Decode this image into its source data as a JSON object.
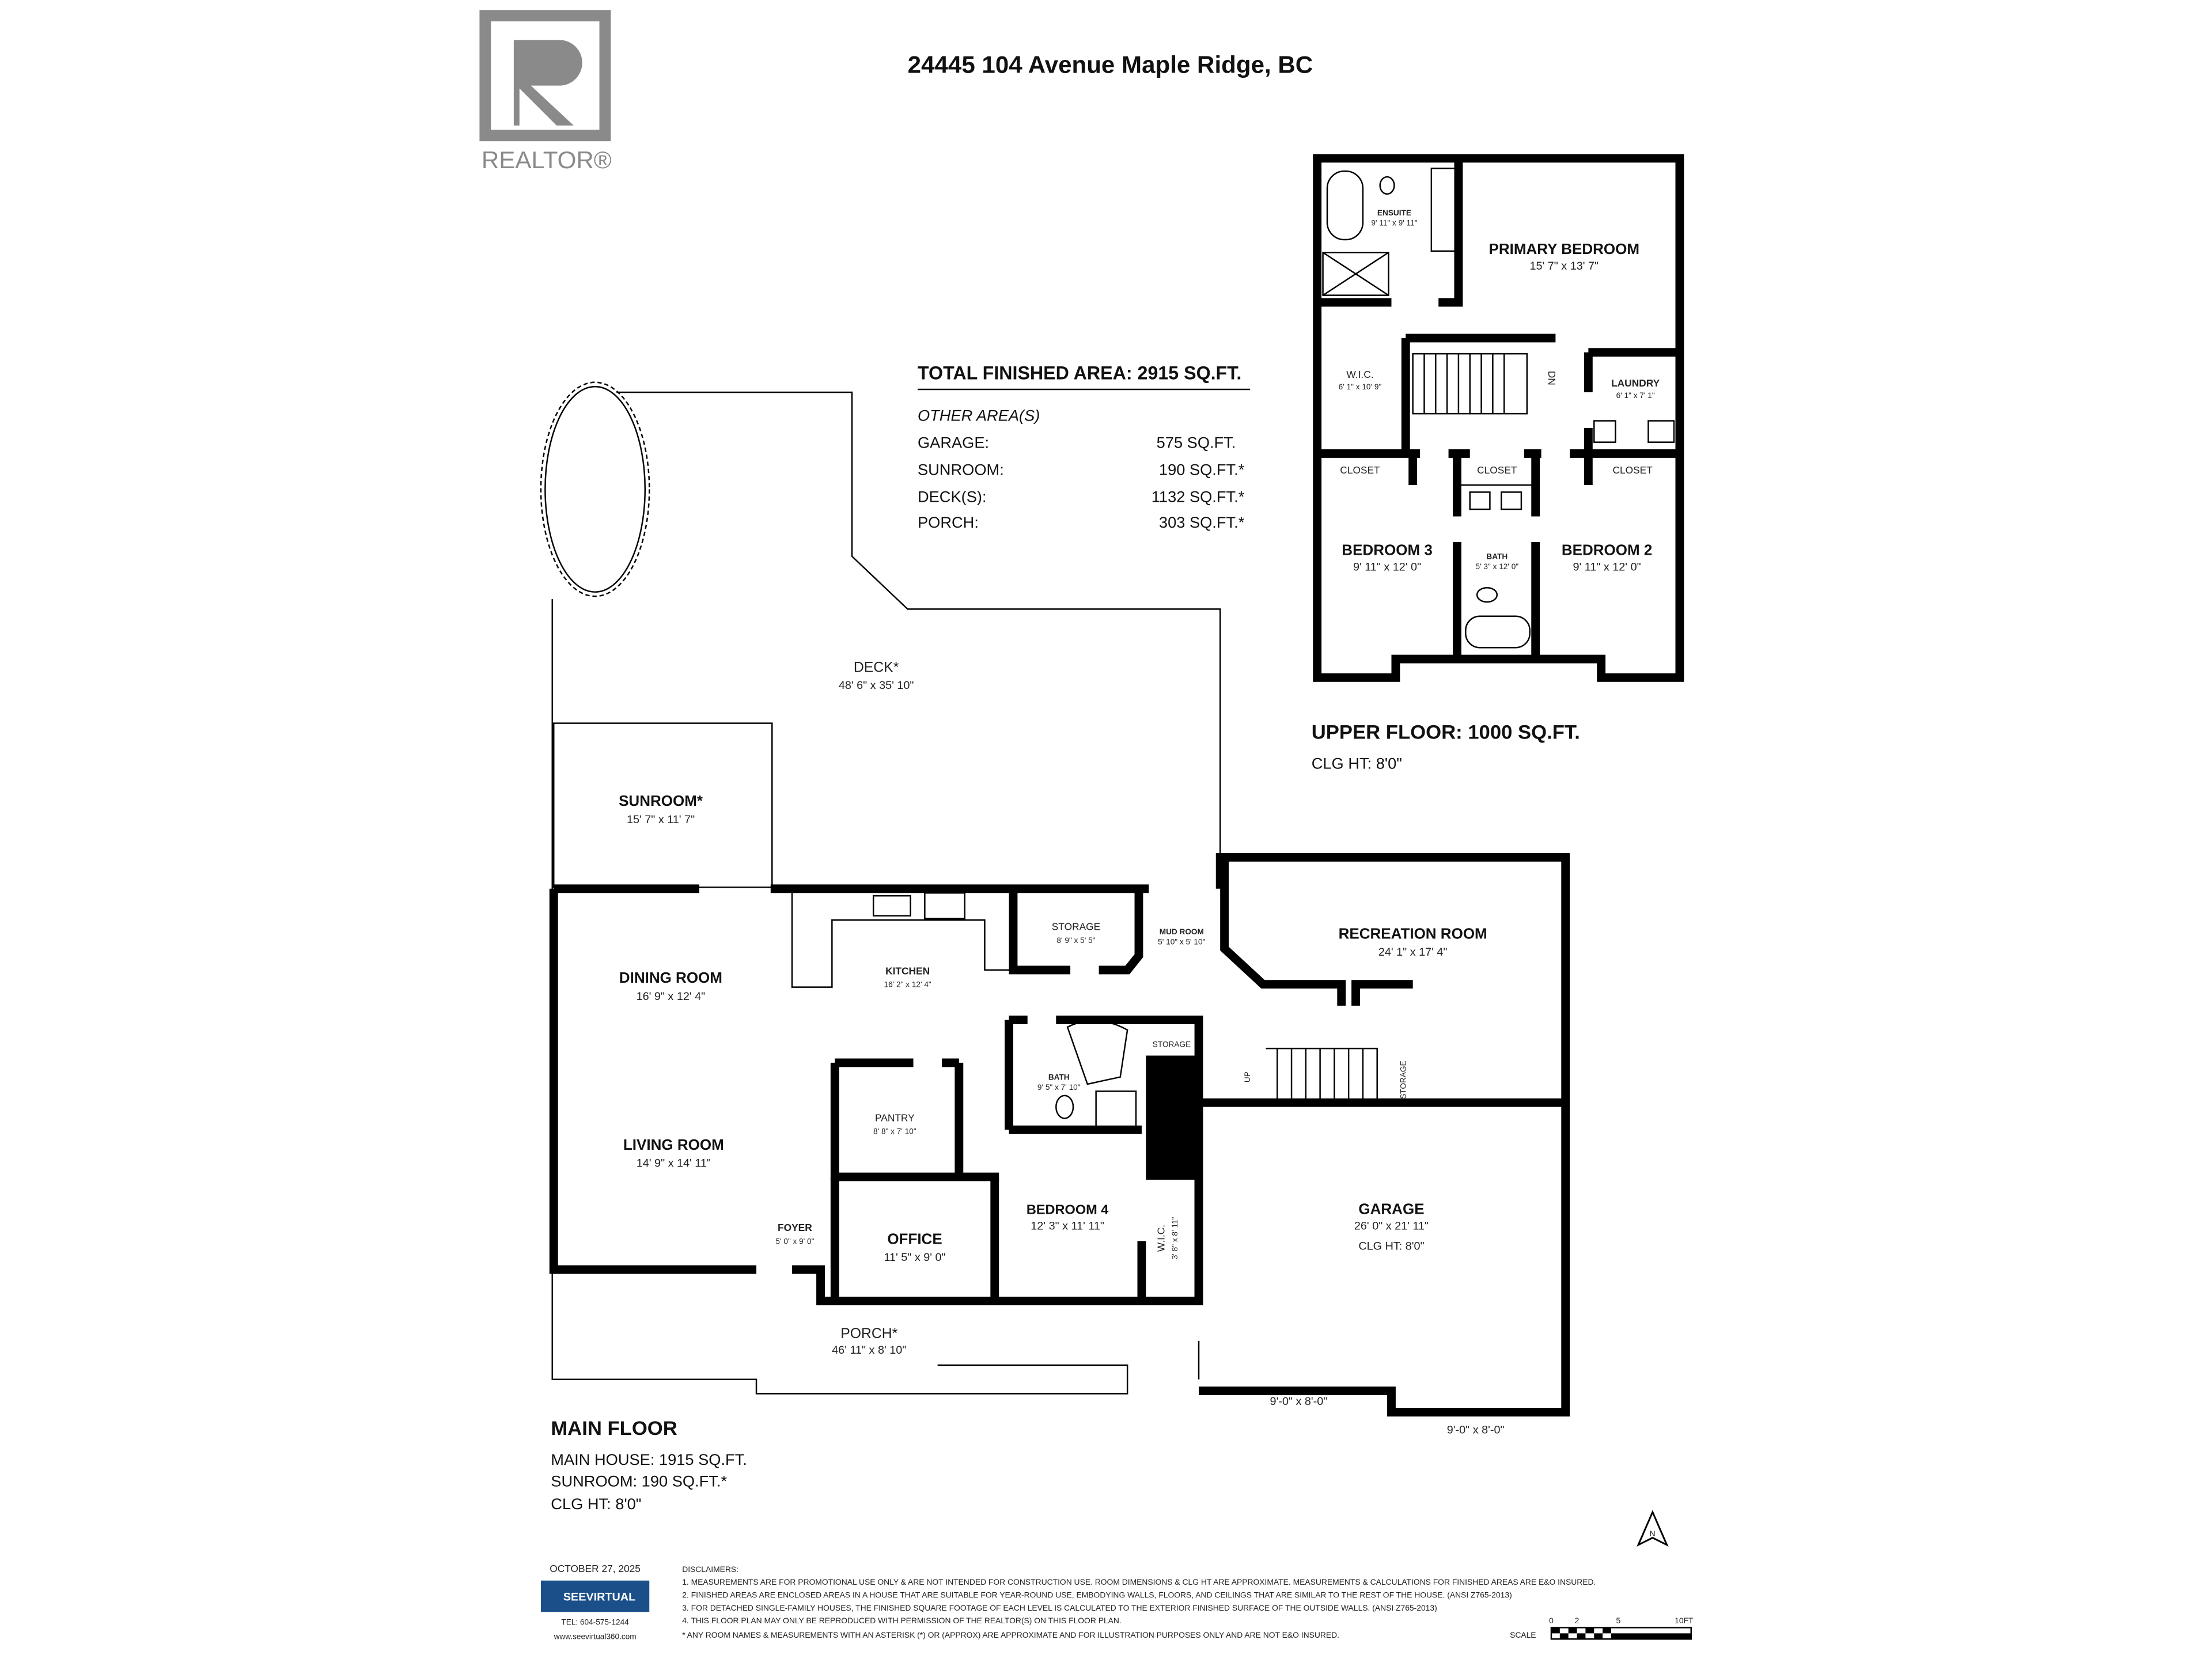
{
  "header": {
    "title": "24445 104 Avenue Maple Ridge, BC",
    "logo_text": "REALTOR®"
  },
  "area_summary": {
    "total": "TOTAL FINISHED AREA: 2915 SQ.FT.",
    "other_heading": "OTHER AREA(S)",
    "rows": [
      {
        "label": "GARAGE:",
        "value": "575 SQ.FT."
      },
      {
        "label": "SUNROOM:",
        "value": "190 SQ.FT.*"
      },
      {
        "label": "DECK(S):",
        "value": "1132 SQ.FT.*"
      },
      {
        "label": "PORCH:",
        "value": "303 SQ.FT.*"
      }
    ]
  },
  "upper_floor": {
    "title": "UPPER FLOOR: 1000 SQ.FT.",
    "clg": "CLG HT: 8'0\"",
    "rooms": {
      "ensuite": {
        "name": "ENSUITE",
        "dim": "9' 11\" x 9' 11\""
      },
      "primary": {
        "name": "PRIMARY BEDROOM",
        "dim": "15' 7\" x 13' 7\""
      },
      "wic": {
        "name": "W.I.C.",
        "dim": "6' 1\" x 10' 9\""
      },
      "laundry": {
        "name": "LAUNDRY",
        "dim": "6' 1\" x 7' 1\""
      },
      "closet": "CLOSET",
      "bed3": {
        "name": "BEDROOM 3",
        "dim": "9' 11\" x 12' 0\""
      },
      "bath": {
        "name": "BATH",
        "dim": "5' 3\" x 12' 0\""
      },
      "bed2": {
        "name": "BEDROOM 2",
        "dim": "9' 11\" x 12' 0\""
      },
      "dn": "DN"
    }
  },
  "main_floor": {
    "title": "MAIN FLOOR",
    "lines": [
      "MAIN HOUSE: 1915 SQ.FT.",
      "SUNROOM: 190 SQ.FT.*",
      "CLG HT: 8'0\""
    ],
    "rooms": {
      "deck": {
        "name": "DECK*",
        "dim": "48' 6\" x 35' 10\""
      },
      "sunroom": {
        "name": "SUNROOM*",
        "dim": "15' 7\" x 11' 7\""
      },
      "dining": {
        "name": "DINING ROOM",
        "dim": "16' 9\" x 12' 4\""
      },
      "kitchen": {
        "name": "KITCHEN",
        "dim": "16' 2\" x 12' 4\""
      },
      "storage": {
        "name": "STORAGE",
        "dim": "8' 9\" x 5' 5\""
      },
      "mudroom": {
        "name": "MUD ROOM",
        "dim": "5' 10\" x 5' 10\""
      },
      "rec": {
        "name": "RECREATION ROOM",
        "dim": "24' 1\" x 17' 4\""
      },
      "bath": {
        "name": "BATH",
        "dim": "9' 5\" x 7' 10\""
      },
      "storage_small": "STORAGE",
      "storage_stair": "STORAGE",
      "up": "UP",
      "pantry": {
        "name": "PANTRY",
        "dim": "8' 8\" x 7' 10\""
      },
      "living": {
        "name": "LIVING ROOM",
        "dim": "14' 9\" x 14' 11\""
      },
      "foyer": {
        "name": "FOYER",
        "dim": "5' 0\" x 9' 0\""
      },
      "office": {
        "name": "OFFICE",
        "dim": "11' 5\" x 9' 0\""
      },
      "bed4": {
        "name": "BEDROOM 4",
        "dim": "12' 3\" x 11' 11\""
      },
      "wic": {
        "name": "W.I.C.",
        "dim": "3' 8\" x 8' 11\""
      },
      "garage": {
        "name": "GARAGE",
        "dim": "26' 0\" x 21' 11\"",
        "clg": "CLG HT: 8'0\""
      },
      "porch": {
        "name": "PORCH*",
        "dim": "46' 11\" x 8' 10\""
      },
      "door1": "9'-0\" x 8'-0\"",
      "door2": "9'-0\" x 8'-0\""
    }
  },
  "footer": {
    "date": "OCTOBER 27, 2025",
    "brand": "SEEVIRTUAL",
    "tel": "TEL: 604-575-1244",
    "web": "www.seevirtual360.com",
    "disclaimer_heading": "DISCLAIMERS:",
    "disclaimers": [
      "1. MEASUREMENTS ARE FOR PROMOTIONAL USE ONLY & ARE NOT INTENDED FOR CONSTRUCTION USE. ROOM DIMENSIONS & CLG HT ARE APPROXIMATE. MEASUREMENTS & CALCULATIONS FOR FINISHED AREAS ARE E&O INSURED.",
      "2. FINISHED AREAS ARE ENCLOSED AREAS IN A HOUSE THAT ARE SUITABLE FOR YEAR-ROUND USE, EMBODYING WALLS, FLOORS, AND CEILINGS THAT ARE SIMILAR TO THE REST OF THE HOUSE. (ANSI Z765-2013)",
      "3. FOR DETACHED SINGLE-FAMILY HOUSES, THE FINISHED SQUARE FOOTAGE OF EACH LEVEL IS CALCULATED TO THE EXTERIOR FINISHED SURFACE OF THE OUTSIDE WALLS. (ANSI Z765-2013)",
      "4. THIS FLOOR PLAN MAY ONLY BE REPRODUCED WITH PERMISSION OF THE REALTOR(S) ON THIS FLOOR PLAN.",
      "* ANY ROOM NAMES & MEASUREMENTS WITH AN ASTERISK (*) OR (APPROX) ARE APPROXIMATE AND FOR ILLUSTRATION PURPOSES ONLY AND ARE NOT E&O INSURED."
    ],
    "scale": {
      "label": "SCALE",
      "ticks": [
        "0",
        "2",
        "5",
        "10FT"
      ]
    },
    "north": "N"
  },
  "colors": {
    "logo_gray": "#8a8a8a",
    "brand_blue": "#1b4f8a",
    "wall": "#000000"
  }
}
